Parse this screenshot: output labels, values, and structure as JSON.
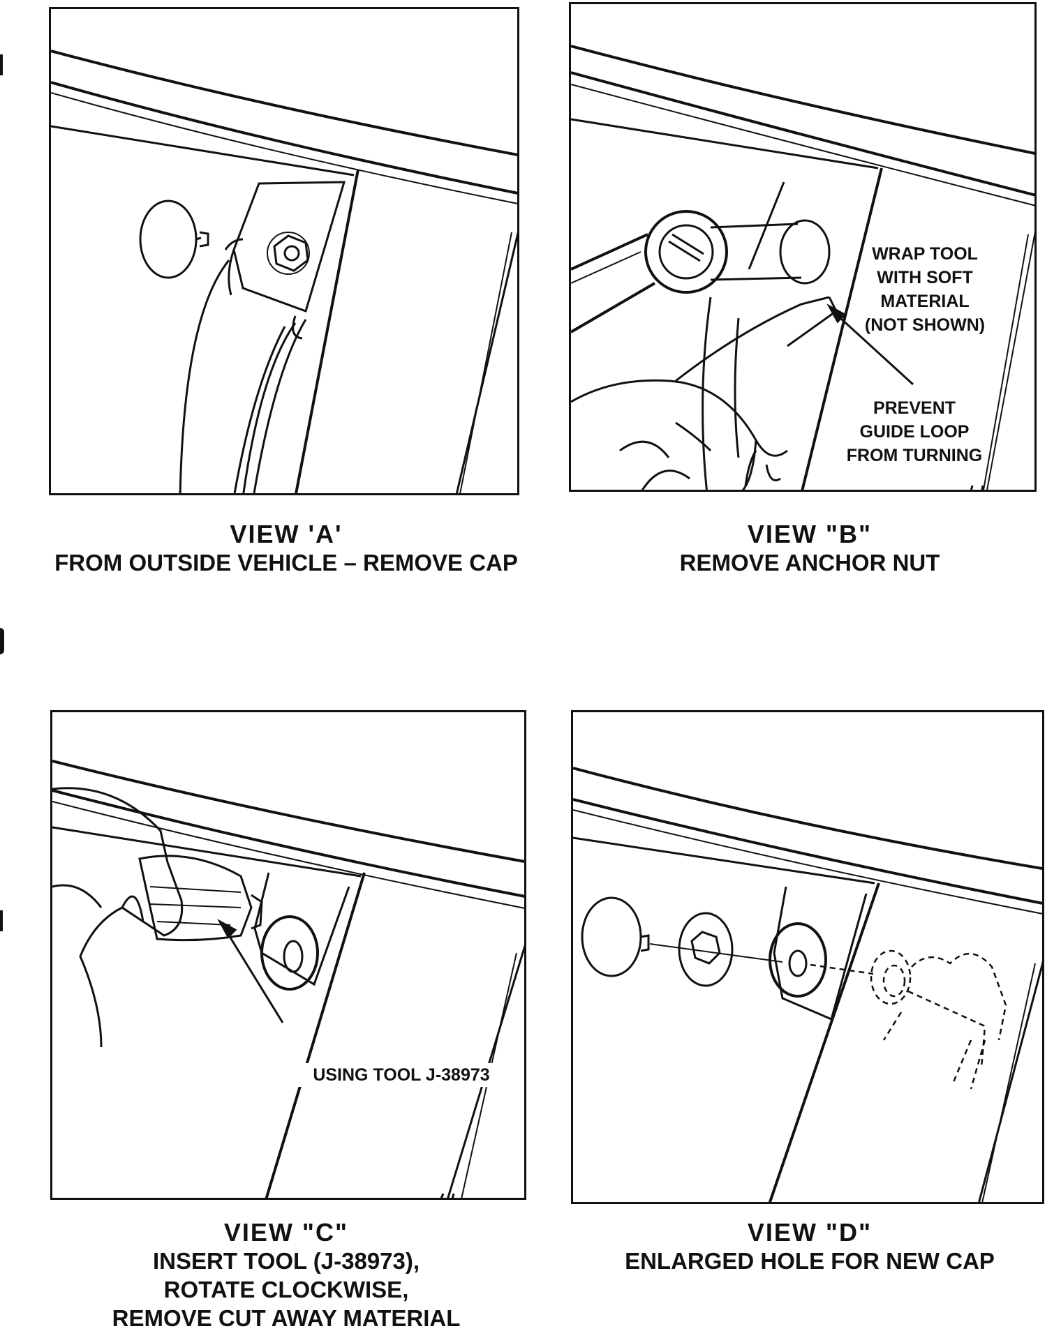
{
  "views": {
    "a": {
      "title": "VIEW  'A'",
      "caption": "FROM OUTSIDE VEHICLE – REMOVE CAP"
    },
    "b": {
      "title": "VIEW  \"B\"",
      "caption": "REMOVE ANCHOR NUT",
      "callout_wrap": [
        "WRAP TOOL",
        "WITH SOFT",
        "MATERIAL",
        "(NOT SHOWN)"
      ],
      "callout_prevent": [
        "PREVENT",
        "GUIDE LOOP",
        "FROM TURNING"
      ]
    },
    "c": {
      "title": "VIEW  \"C\"",
      "caption": [
        "INSERT TOOL (J-38973),",
        "ROTATE CLOCKWISE,",
        "REMOVE CUT AWAY MATERIAL"
      ],
      "callout_tool": "USING TOOL J-38973"
    },
    "d": {
      "title": "VIEW  \"D\"",
      "caption": "ENLARGED HOLE FOR NEW CAP"
    }
  }
}
